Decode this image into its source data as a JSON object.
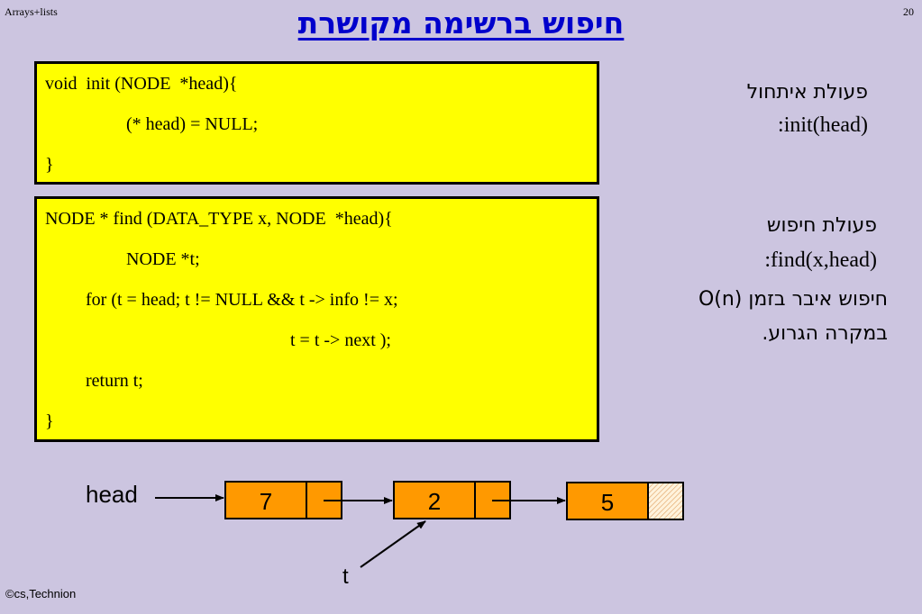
{
  "header": {
    "left": "Arrays+lists",
    "page_number": "20"
  },
  "title": "חיפוש ברשימה מקושרת",
  "init_code": {
    "lines": [
      "void  init (NODE  *head){",
      "(* head) = NULL;",
      "}"
    ]
  },
  "find_code": {
    "lines": [
      "NODE * find (DATA_TYPE x, NODE  *head){",
      "NODE *t;",
      "for (t = head; t != NULL && t -> info != x;",
      "t = t -> next );",
      "return t;",
      "}"
    ]
  },
  "side": {
    "init_label": "פעולת איתחול",
    "init_sig": ":init(head)",
    "find_label": "פעולת חיפוש",
    "find_sig": ":find(x,head)",
    "complexity_line1": "חיפוש איבר בזמן (O(n",
    "complexity_line2": "במקרה הגרוע."
  },
  "diagram": {
    "head_label": "head",
    "t_label": "t",
    "nodes": [
      "7",
      "2",
      "5"
    ]
  },
  "colors": {
    "code_bg": "#ffff00",
    "node_fill": "#ff9900",
    "title": "#0000cc",
    "page_bg": "#ccc5e0"
  },
  "footer": "©cs,Technion"
}
